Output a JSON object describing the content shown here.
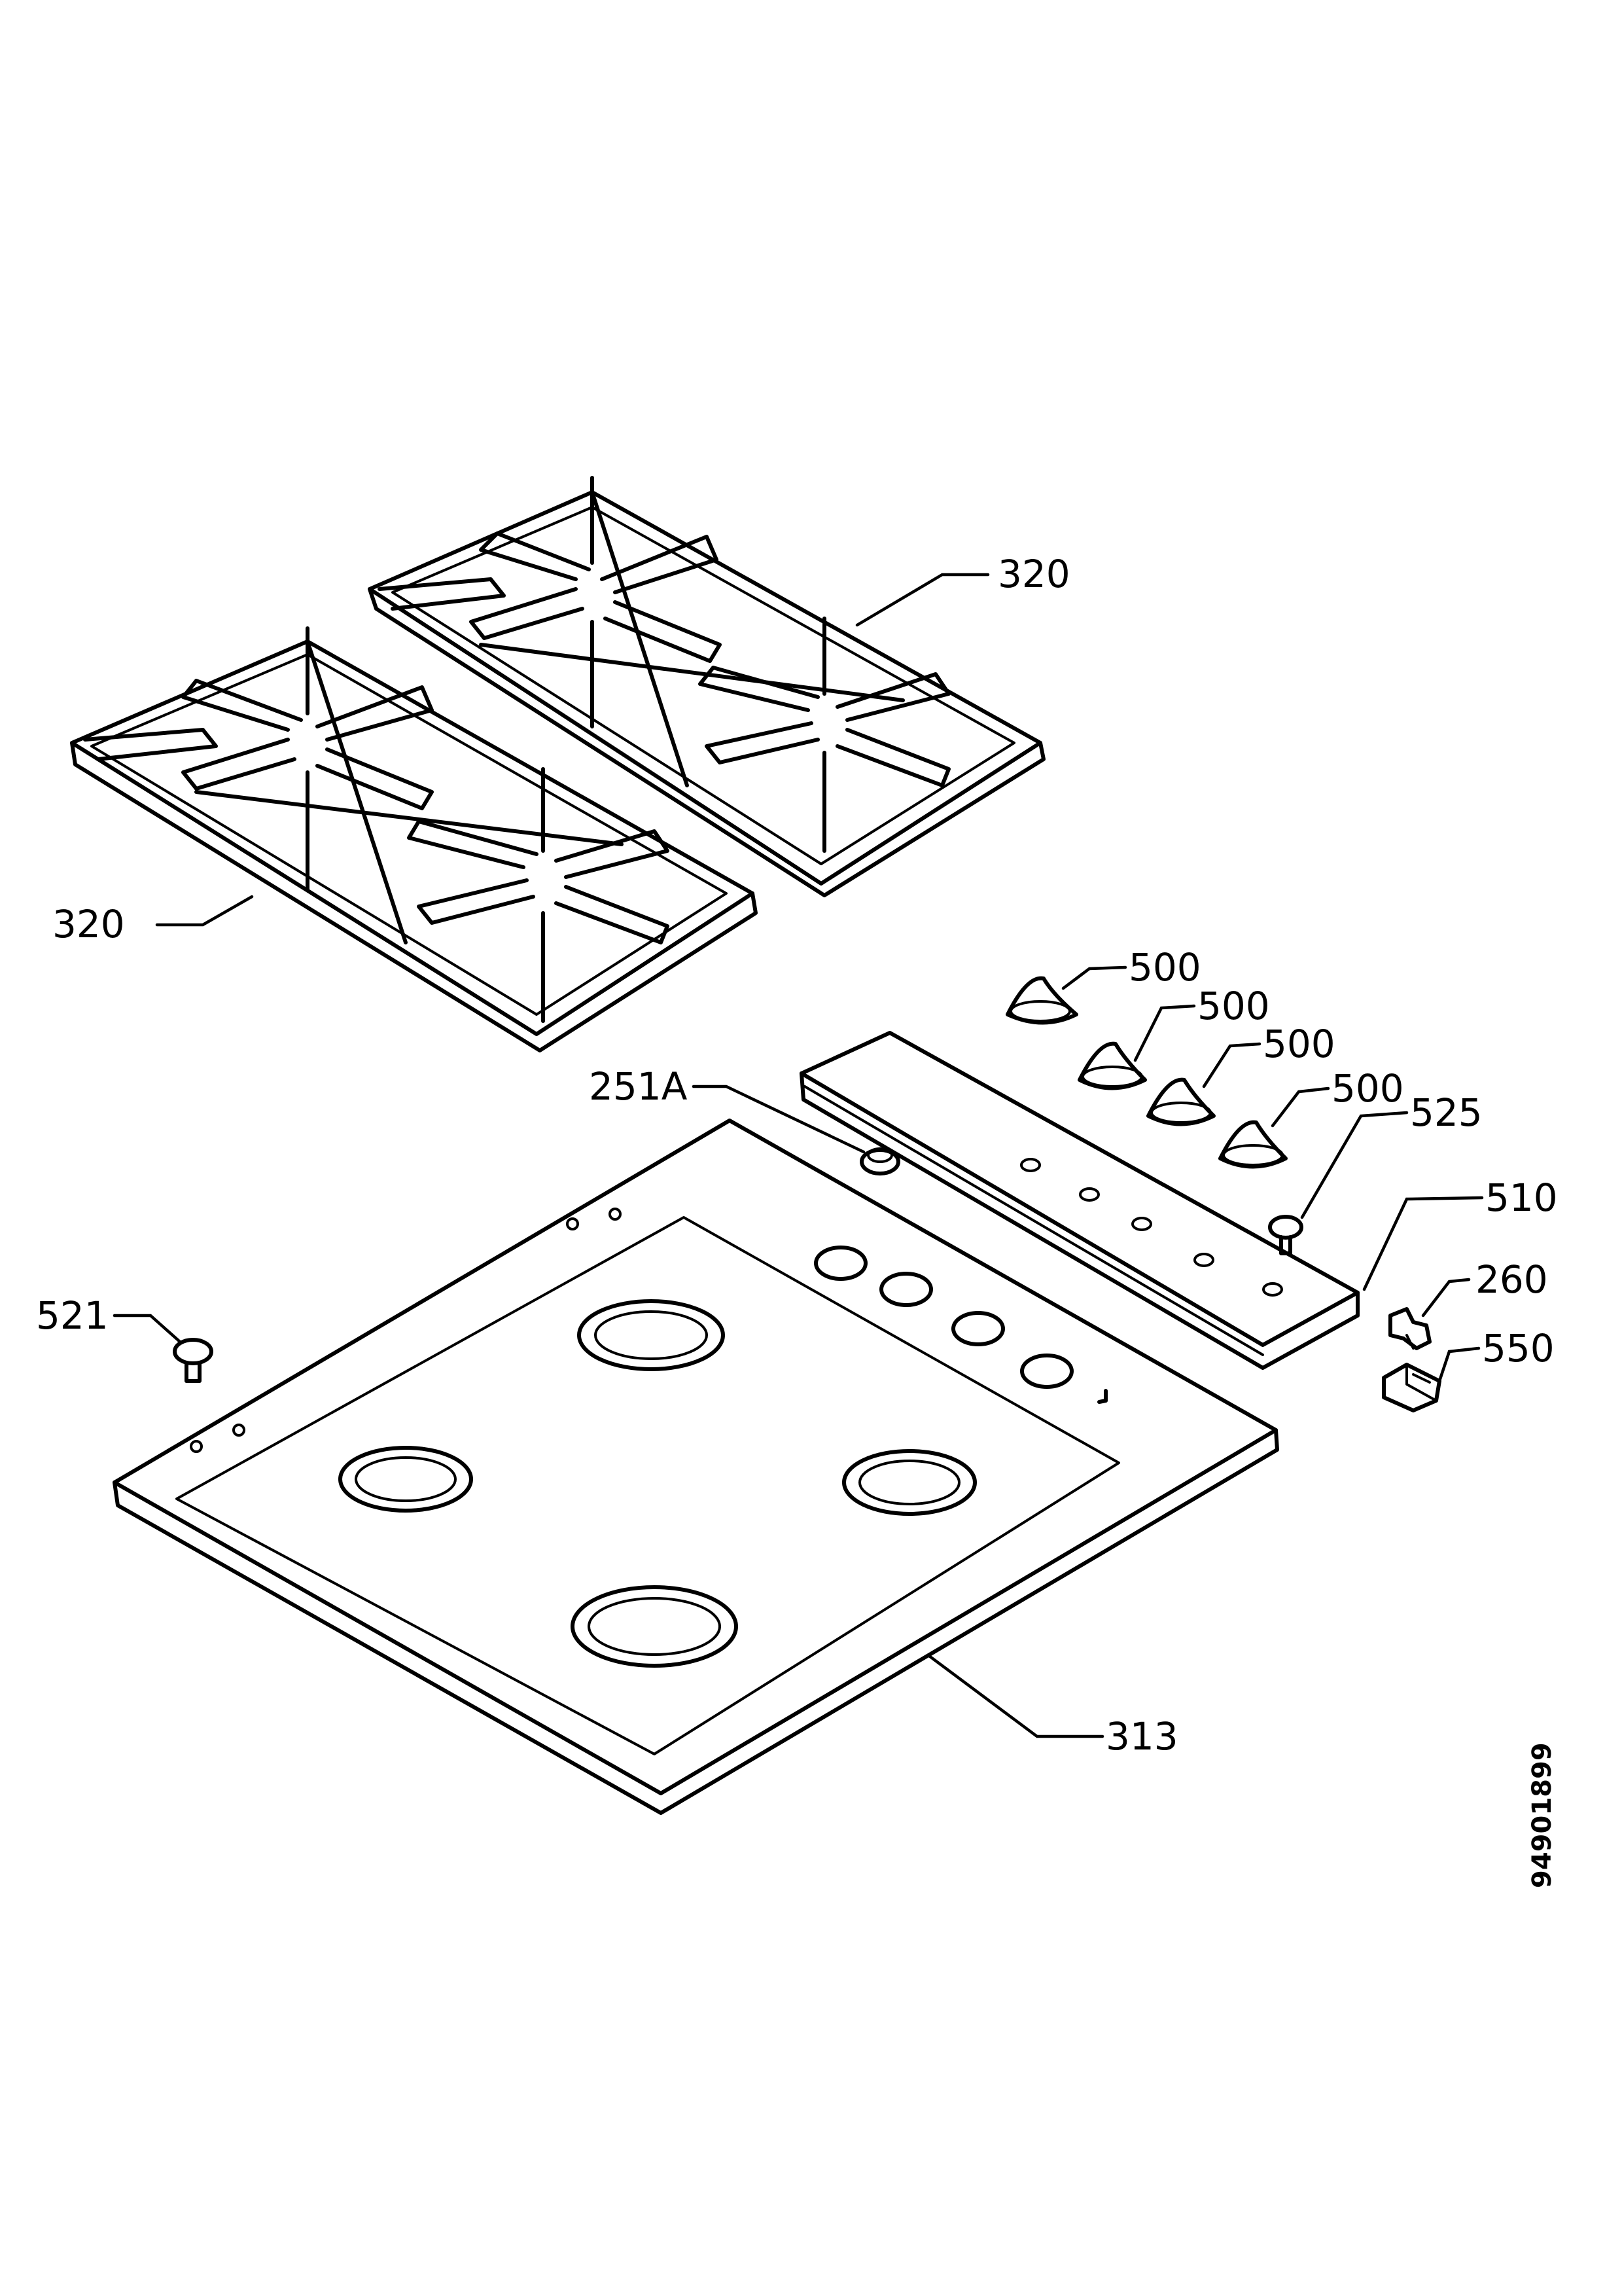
{
  "callouts": {
    "grate_upper": "320",
    "grate_lower": "320",
    "knob_1": "500",
    "knob_2": "500",
    "knob_3": "500",
    "knob_4": "500",
    "fixing_525": "525",
    "spark_plug": "251A",
    "control_panel": "510",
    "microswitch_260": "260",
    "switch_550": "550",
    "fixing_521": "521",
    "hob_top": "313"
  },
  "drawing_number": "94901899"
}
